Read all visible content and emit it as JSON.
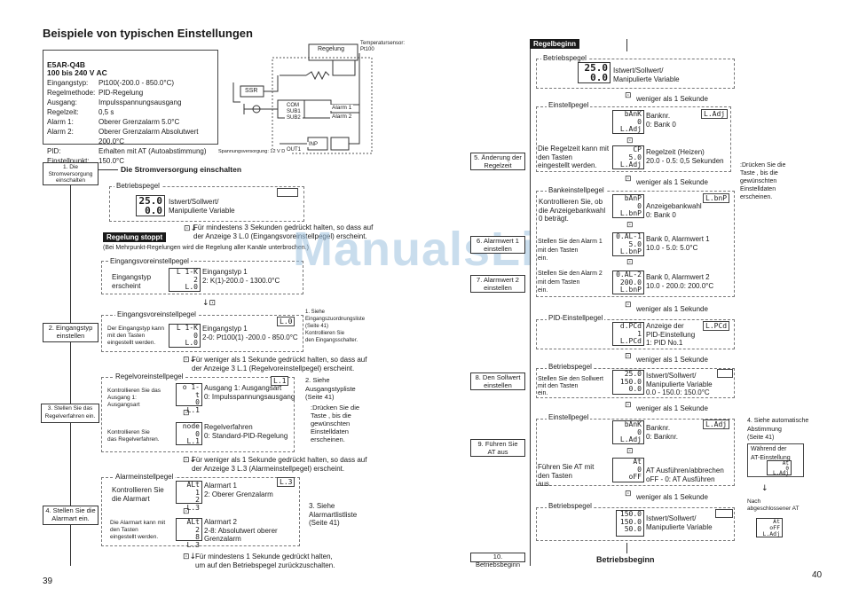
{
  "watermark": "ManualsLib.de",
  "left_page": {
    "title": "Beispiele von typischen Einstellungen",
    "spec": {
      "model": "E5AR-Q4B",
      "voltage": "100 bis 240 V AC",
      "rows": [
        {
          "k": "Eingangstyp:",
          "v": "Pt100(-200.0 - 850.0°C)"
        },
        {
          "k": "Regelmethode:",
          "v": "PID-Regelung"
        },
        {
          "k": "Ausgang:",
          "v": "Impulsspannungsausgang"
        },
        {
          "k": "Regelzeit:",
          "v": "0,5 s"
        },
        {
          "k": "Alarm 1:",
          "v": "Oberer Grenzalarm 5.0°C"
        },
        {
          "k": "Alarm 2:",
          "v": "Oberer Grenzalarm Absolutwert 200.0°C"
        },
        {
          "k": "PID:",
          "v": "Erhalten mit AT (Autoabstimmung)"
        },
        {
          "k": "Einstellpunkt:",
          "v": "150.0°C"
        }
      ]
    },
    "wiring": {
      "regelung": "Regelung",
      "sensor": "Temperatursensor:\nPt100",
      "ssr": "SSR",
      "com": "COM",
      "sub1": "SUB1",
      "sub2": "SUB2",
      "alarm1": "Alarm 1",
      "alarm2": "Alarm 2",
      "supply": "Spannungsversorgung: 12 V DC",
      "inp": "INP",
      "out1": "OUT1"
    },
    "steps": [
      "1. Die\nStromversorgung\neinschalten",
      "2. Eingangstyp\neinstellen",
      "3. Stellen Sie das\nRegelverfahren ein.",
      "4. Stellen Sie die\nAlarmart ein."
    ],
    "power_heading": "Die Stromversorgung einschalten",
    "betriebspegel": {
      "title": "Betriebspegel",
      "lcd": "25.0\n0.0",
      "text": "Istwert/Sollwert/\nManipulierte Variable"
    },
    "hold3_a": "Für mindestens 3 Sekunden gedrückt halten, so dass auf\nder Anzeige 3 L.0 (Eingangsvoreinstellpegel) erscheint.",
    "badge_stop": "Regelung stoppt",
    "multipoint_note": "(Bei Mehrpunkt-Regelungen wird die Regelung aller Kanäle unterbrochen.)",
    "eingang1": {
      "title": "Eingangsvoreinstellpegel",
      "desc": "Eingangstyp\nerscheint",
      "lcd": "L 1-K\n2\nL.0",
      "text": "Eingangstyp 1\n2: K(1)-200.0 - 1300.0°C"
    },
    "eingang2": {
      "title": "Eingangsvoreinstellpegel",
      "tag": "L.0",
      "desc": "Der Eingangstyp kann\nmit den Tasten\neingestellt werden.",
      "lcd": "L 1-K\n0\nL.0",
      "text": "Eingangstyp 1\n2-0: Pt100(1) -200.0 - 850.0°C",
      "note": "1. Siehe\nEingangszuordnungsliste\n(Seite 41)\nKontrollieren Sie\nden Eingangsschalter."
    },
    "hold1_a": "Für weniger als 1 Sekunde gedrückt halten, so dass auf\nder Anzeige 3 L.1 (Regelvoreinstellpegel) erscheint.",
    "regel": {
      "title": "Regelvoreinstellpegel",
      "tag": "L.1",
      "desc1": "Kontrollieren Sie das\nAusgang 1:\nAusgangsart",
      "lcd1": "o 1-t\n0\nL.1",
      "text1": "Ausgang 1: Ausgangsart\n0: Impulsspannungsausgang",
      "note1": "2. Siehe\nAusgangstypliste\n(Seite 41)",
      "note2": ":Drücken Sie die\nTaste , bis die\ngewünschten\nEinstelldaten\nerscheinen.",
      "desc2": "Kontrollieren Sie\ndas Regelverfahren.",
      "lcd2": "node\n0\nL.1",
      "text2": "Regelverfahren\n0: Standard-PID-Regelung"
    },
    "hold1_b": "Für weniger als 1 Sekunde gedrückt halten, so dass auf\nder Anzeige 3 L.3 (Alarmeinstellpegel) erscheint.",
    "alarm": {
      "title": "Alarmeinstellpegel",
      "tag": "L.3",
      "desc1": "Kontrollieren Sie\ndie Alarmart",
      "lcd1": "ALt 1\n2\nL.3",
      "text1": "Alarmart 1\n2: Oberer Grenzalarm",
      "desc2": "Die Alarmart kann mit\nden Tasten\neingestellt werden.",
      "lcd2": "ALt 2\n8\nL.3",
      "text2": "Alarmart 2\n2-8: Absolutwert oberer\nGrenzalarm",
      "note": "3. Siehe\nAlarmartlistliste\n(Seite 41)"
    },
    "hold1_c": "Für mindestens 1 Sekunde gedrückt halten,\num auf den Betriebspegel zurückzuschalten.",
    "page": "39"
  },
  "right_page": {
    "badge_start": "Regelbeginn",
    "steps": [
      "5. Änderung der\nRegelzeit",
      "6. Alarmwert 1\neinstellen",
      "7. Alarmwert 2\neinstellen",
      "8. Den Sollwert\neinstellen",
      "9. Führen Sie\nAT aus",
      "10. Betriebsbeginn"
    ],
    "betrieb1": {
      "title": "Betriebspegel",
      "lcd": "25.0\n0.0",
      "text": "Istwert/Sollwert/\nManipulierte Variable"
    },
    "less1": "weniger als 1 Sekunde",
    "einstell": {
      "title": "Einstellpegel",
      "lcd1": "bAnK\n0\nL.Adj",
      "text1": "Banknr.\n0: Bank 0",
      "tag": "L.Adj",
      "desc": "Die Regelzeit kann mit\nden Tasten\neingestellt werden.",
      "lcd2": "CP\n5.0\nL.Adj",
      "text2": "Regelzeit (Heizen)\n20.0 - 0.5: 0,5 Sekunden",
      "note": ":Drücken Sie die\nTaste , bis die\ngewünschten\nEinstelldaten\nerscheinen."
    },
    "bank": {
      "title": "Bankeinstellpegel",
      "tag": "L.bnP",
      "desc1": "Kontrollieren Sie, ob\ndie Anzeigebankwahl\n0 beträgt.",
      "lcd1": "bAnP\n0\nL.bnP",
      "text1": "Anzeigebankwahl\n0: Bank 0",
      "desc2": "Stellen Sie den Alarm 1\nmit den Tasten\nein.",
      "lcd2": "0.AL-1\n5.0\nL.bnP",
      "text2": "Bank 0, Alarmwert 1\n10.0 - 5.0: 5.0°C",
      "desc3": "Stellen Sie den Alarm 2\nmit dem Tasten\nein.",
      "lcd3": "0.AL-2\n200.0\nL.bnP",
      "text3": "Bank 0, Alarmwert 2\n10.0 - 200.0: 200.0°C"
    },
    "pid": {
      "title": "PID-Einstellpegel",
      "tag": "L.PCd",
      "lcd": "d.PCd\n1\nL.PCd",
      "text": "Anzeige der\nPID-Einstellung\n1: PID No.1"
    },
    "betrieb2": {
      "title": "Betriebspegel",
      "desc": "Stellen Sie den Sollwert\nmit den Tasten\nein.",
      "lcd": "25.0\n150.0\n0.0",
      "text": "Istwert/Sollwert/\nManipulierte Variable\n0.0 - 150.0: 150.0°C"
    },
    "einstell2": {
      "title": "Einstellpegel",
      "tag": "L.Adj",
      "lcd1": "bAnK\n0\nL.Adj",
      "text1": "Banknr.\n0: Banknr.",
      "desc": "Führen Sie AT mit\nden Tasten\naus.",
      "lcd2": "At\n0\noFF",
      "text2": "AT Ausführen/abbrechen\noFF - 0: AT Ausführen",
      "note": "4. Siehe automatische\nAbstimmung\n(Seite 41)",
      "during": "Während der\nAT-Einstellung",
      "during_lcd": "At\n0\nL.Adj",
      "after": "Nach\nabgeschlossener AT",
      "after_lcd": "At\noFF\nL.Adj"
    },
    "betrieb3": {
      "title": "Betriebspegel",
      "lcd": "150.0\n150.0\n50.0",
      "text": "Istwert/Sollwert/\nManipulierte Variable"
    },
    "start": "Betriebsbeginn",
    "page": "40"
  }
}
